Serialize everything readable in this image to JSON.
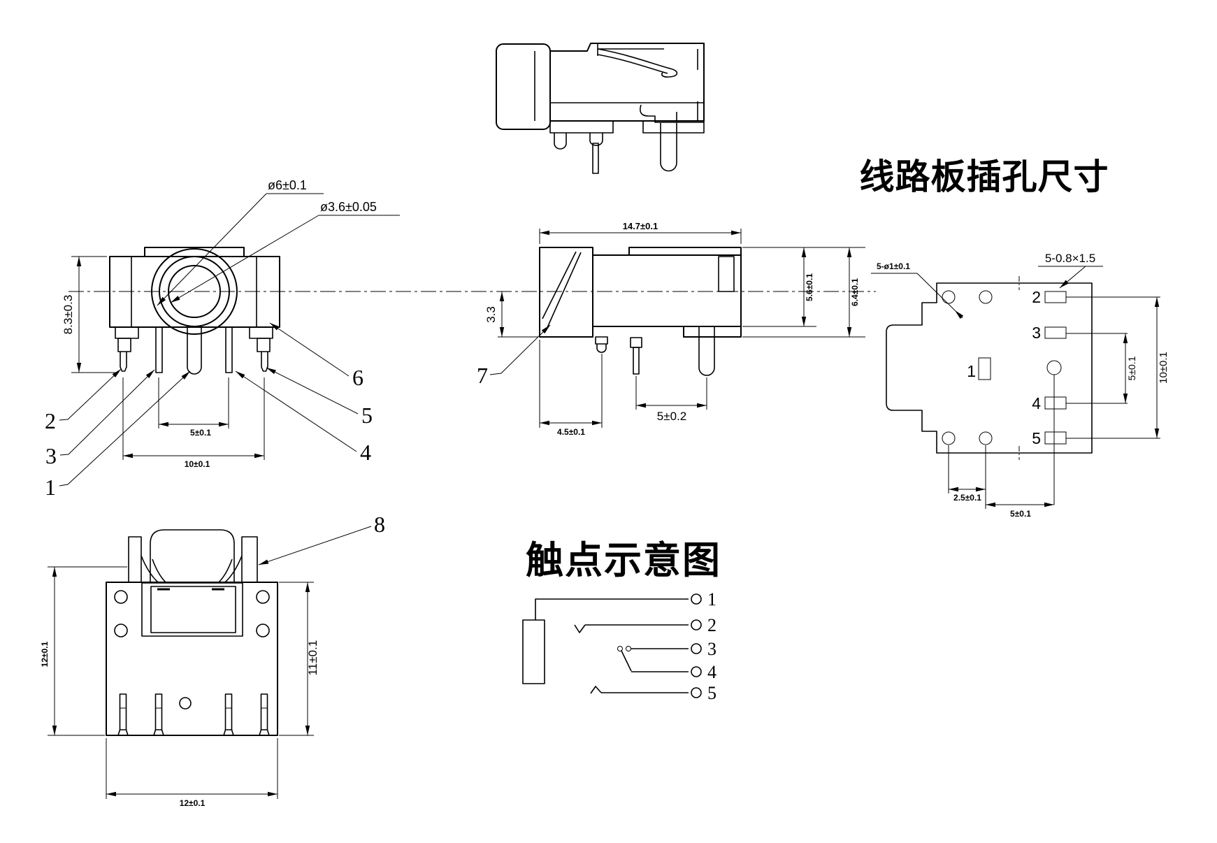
{
  "front_view": {
    "dia_outer": "ø6±0.1",
    "dia_inner": "ø3.6±0.05",
    "dim_height": "8.3±0.3",
    "dim_pin_pitch": "5±0.1",
    "dim_pin_span": "10±0.1",
    "label_1": "1",
    "label_2": "2",
    "label_3": "3",
    "label_4": "4",
    "label_5": "5",
    "label_6": "6"
  },
  "side_view": {
    "dim_length": "14.7±0.1",
    "dim_bush_depth": "3.3",
    "dim_body_height": "5.6±0.1",
    "dim_total_height": "6.4±0.1",
    "dim_front_to_pin": "4.5±0.1",
    "dim_pin_pitch": "5±0.2",
    "label_7": "7"
  },
  "bottom_view": {
    "dim_height_left": "12±0.1",
    "dim_height_right": "11±0.1",
    "dim_width": "12±0.1",
    "label_8": "8"
  },
  "pcb_view": {
    "title": "线路板插孔尺寸",
    "round_holes_note": "5-ø1±0.1",
    "slot_holes_note": "5-0.8×1.5",
    "pin_1": "1",
    "pin_2": "2",
    "pin_3": "3",
    "pin_4": "4",
    "pin_5": "5",
    "dim_pitch_3_4": "5±0.1",
    "dim_span_2_5": "10±0.1",
    "dim_row_pitch": "2.5±0.1",
    "dim_col_pitch": "5±0.1"
  },
  "contact_diagram": {
    "title": "触点示意图",
    "terminal_1": "1",
    "terminal_2": "2",
    "terminal_3": "3",
    "terminal_4": "4",
    "terminal_5": "5"
  }
}
